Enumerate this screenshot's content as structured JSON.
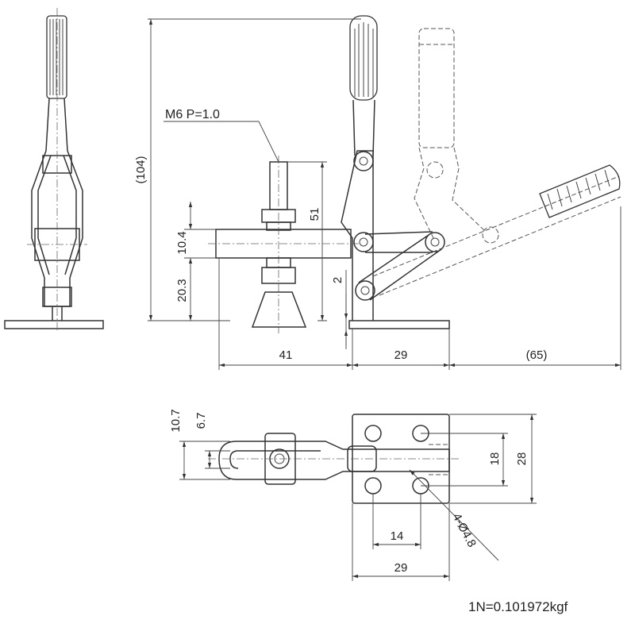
{
  "drawing": {
    "thread_label": "M6 P=1.0",
    "conversion_note": "1N=0.101972kgf",
    "side_view": {
      "overall_height": "(104)",
      "spindle_height": "51",
      "bar_height": "10.4",
      "base_height": "20.3",
      "base_offset": "2",
      "spindle_reach": "41",
      "base_length": "29",
      "handle_reach": "(65)"
    },
    "top_view": {
      "arm_width": "10.7",
      "slot_width": "6.7",
      "hole_pitch_y": "18",
      "base_width": "28",
      "hole_pitch_x": "14",
      "base_length": "29",
      "hole_callout": "4-Ø4.8"
    }
  }
}
